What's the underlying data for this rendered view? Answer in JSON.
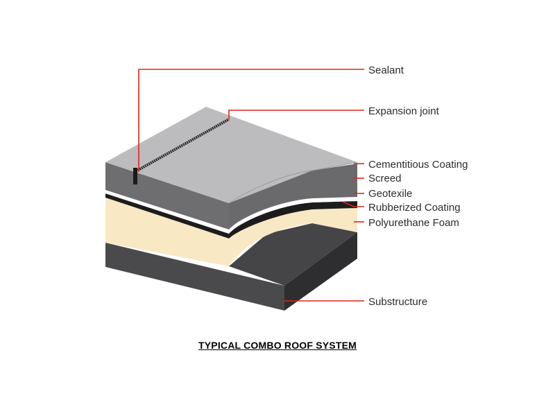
{
  "diagram": {
    "caption": "TYPICAL COMBO ROOF SYSTEM",
    "labels": {
      "sealant": "Sealant",
      "expansion_joint": "Expansion joint",
      "cementitious_coating": "Cementitious Coating",
      "screed": "Screed",
      "geotexile": "Geotexile",
      "rubberized_coating": "Rubberized Coating",
      "polyurethane_foam": "Polyurethane Foam",
      "substructure": "Substructure"
    },
    "colors": {
      "leader_line": "#e2231a",
      "cementitious_coating": "#b9b9bb",
      "screed": "#747476",
      "geotexile": "#ffffff",
      "rubberized_coating": "#1c1c1c",
      "polyurethane_foam": "#f8e8c4",
      "substructure": "#4a4a4c"
    }
  }
}
